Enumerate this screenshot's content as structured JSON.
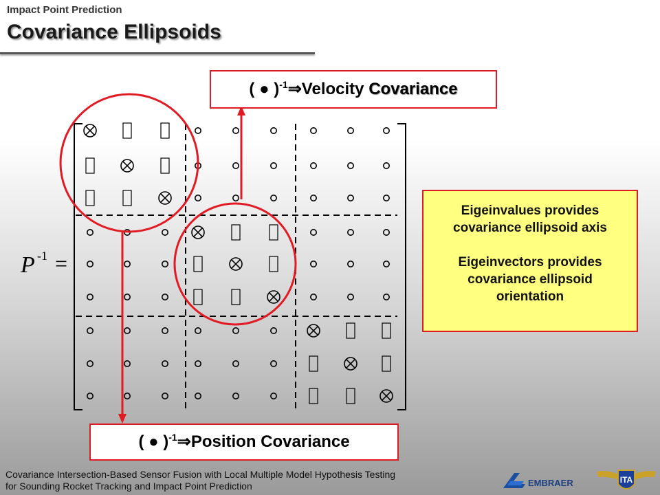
{
  "header": {
    "kicker": "Impact Point Prediction",
    "title": "Covariance Ellipsoids"
  },
  "velocity_label": {
    "prefix": "( ● )",
    "sup": "-1",
    "arrow": "⇒",
    "word1": "Velocity ",
    "word2": "Covariance"
  },
  "position_label": {
    "prefix": "( ● )",
    "sup": "-1",
    "arrow": "⇒",
    "text": "Position Covariance"
  },
  "matrix": {
    "symbol": "P",
    "exponent": "-1",
    "equals": "="
  },
  "info_box": {
    "line1": "Eigeinvalues provides",
    "line2": "covariance ellipsoid axis",
    "line3": "Eigeinvectors provides",
    "line4": "covariance ellipsoid",
    "line5": "orientation"
  },
  "footer": {
    "line1": "Covariance Intersection-Based Sensor Fusion with Local Multiple Model Hypothesis Testing",
    "line2": "for Sounding Rocket Tracking and Impact Point Prediction"
  },
  "logos": {
    "embraer_text": "EMBRAER",
    "ita_text": "ITA"
  },
  "colors": {
    "accent_red": "#e01b24",
    "info_fill": "#ffff80"
  }
}
